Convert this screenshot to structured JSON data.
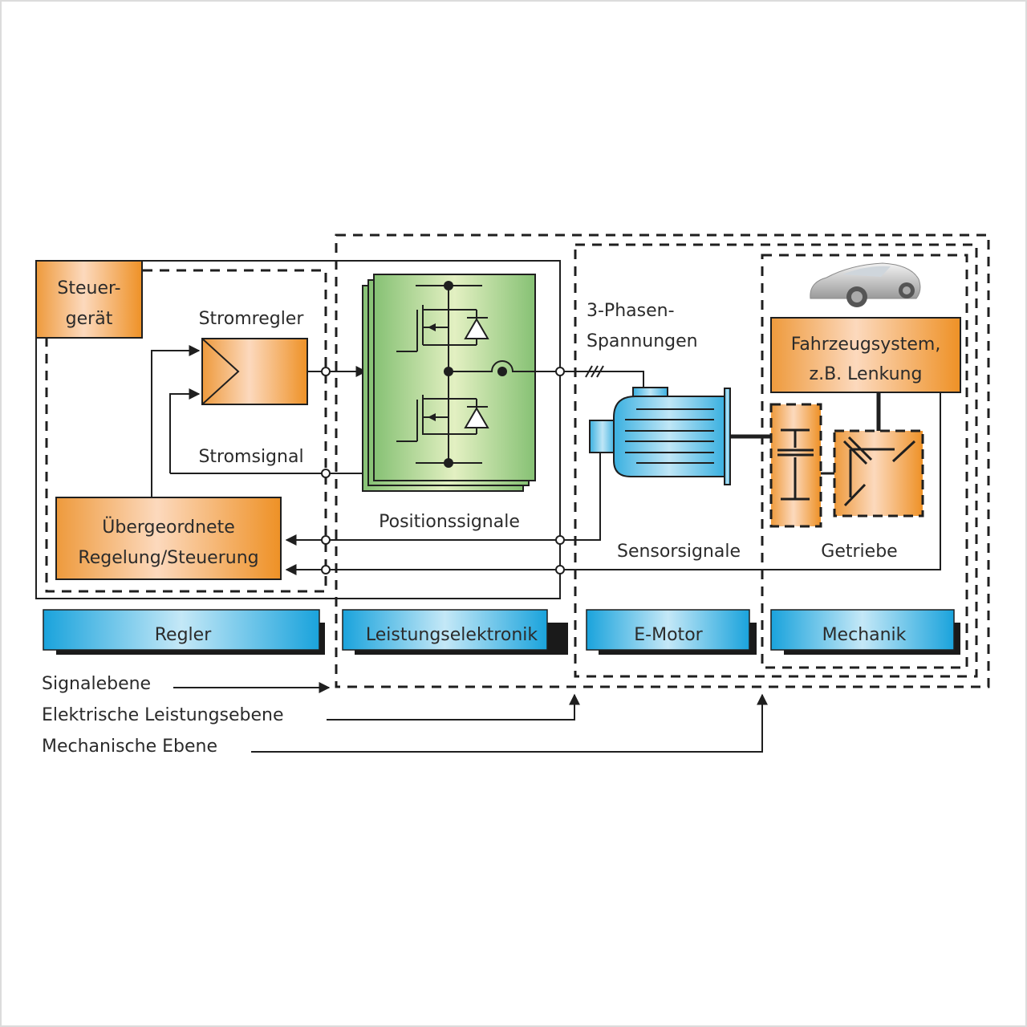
{
  "diagram": {
    "blocks": {
      "steuergeraet": [
        "Steuer-",
        "gerät"
      ],
      "stromregler": "Stromregler",
      "stromsignal": "Stromsignal",
      "uebergeordnete": [
        "Übergeordnete",
        "Regelung/Steuerung"
      ],
      "positionssignale": "Positionssignale",
      "phasen": [
        "3-Phasen-",
        "Spannungen"
      ],
      "sensorsignale": "Sensorsignale",
      "fahrzeugsystem": [
        "Fahrzeugsystem,",
        "z.B. Lenkung"
      ],
      "getriebe": "Getriebe"
    },
    "domains": [
      "Regler",
      "Leistungselektronik",
      "E-Motor",
      "Mechanik"
    ],
    "legend": {
      "signal": "Signalebene",
      "electrical": "Elektrische Leistungsebene",
      "mechanical": "Mechanische Ebene"
    },
    "icons": {
      "car": "car-image",
      "inverter": "mosfet-halfbridge-icon",
      "motor": "electric-motor-icon",
      "gearbox": "gearbox-icon"
    },
    "colors": {
      "orange": "#ee9a3c",
      "orange_light": "#fcd9bd",
      "blue": "#1aa3dc",
      "blue_light": "#bfe6f6",
      "green": "#8cc47c",
      "green_light": "#e2efc0",
      "line": "#1f1f1f"
    }
  }
}
